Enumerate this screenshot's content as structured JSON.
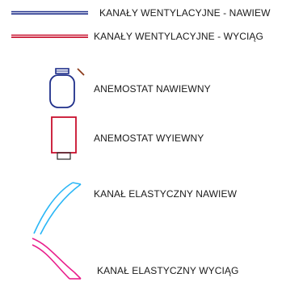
{
  "legend": {
    "items": [
      {
        "label": "KANAŁY WENTYLACYJNE - NAWIEW",
        "symbol": "supply-duct-line",
        "color": "#1f2f8a"
      },
      {
        "label": "KANAŁY WENTYLACYJNE - WYCIĄG",
        "symbol": "exhaust-duct-line",
        "color": "#c8102e"
      },
      {
        "label": "ANEMOSTAT NAWIEWNY",
        "symbol": "supply-diffuser",
        "color": "#1f2f8a"
      },
      {
        "label": "ANEMOSTAT WYIEWNY",
        "symbol": "exhaust-diffuser",
        "color": "#c8102e"
      },
      {
        "label": "KANAŁ ELASTYCZNY NAWIEW",
        "symbol": "flexible-supply-duct",
        "color": "#29b6f6"
      },
      {
        "label": "KANAŁ ELASTYCZNY WYCIĄG",
        "symbol": "flexible-exhaust-duct",
        "color": "#e91e8c"
      }
    ]
  }
}
